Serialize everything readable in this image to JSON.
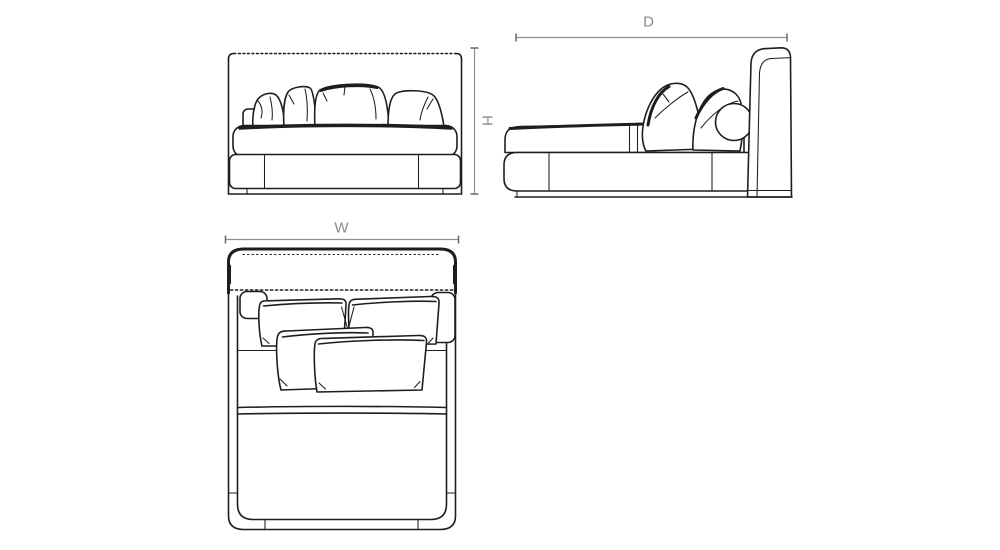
{
  "page": {
    "background_color": "#ffffff",
    "description": "Technical line drawing of an upholstered bed in three orthographic views with dimension lines"
  },
  "drawing": {
    "subject": "bed",
    "style": "hand-sketched technical outline",
    "ink_color": "#1e1e1e",
    "dimension_line_color": "#8f8f8f",
    "dimension_label_color": "#8a8a8a",
    "views": {
      "front": {
        "name": "Front view",
        "dimension_label": "H",
        "dimension_axis": "vertical"
      },
      "side": {
        "name": "Side view",
        "dimension_label": "D",
        "dimension_axis": "horizontal"
      },
      "top": {
        "name": "Top view",
        "dimension_label": "W",
        "dimension_axis": "horizontal"
      }
    }
  }
}
